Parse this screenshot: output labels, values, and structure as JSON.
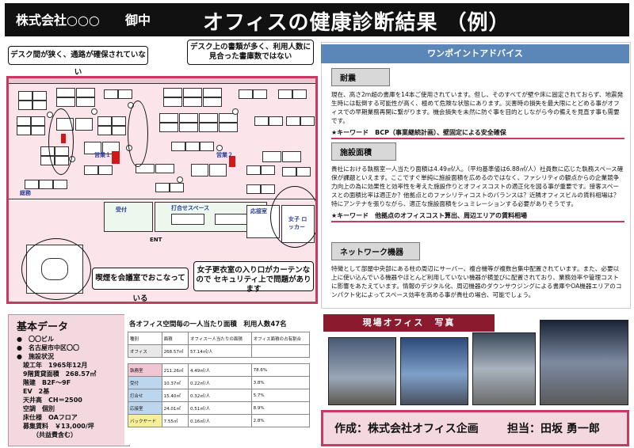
{
  "header": {
    "company": "株式会社○○○",
    "honorific": "御中",
    "title": "オフィスの健康診断結果 （例）"
  },
  "callouts": {
    "aisle": "デスク間が狭く、通路が確保されていない",
    "desk_docs": "デスク上の書類が多く、利用人数に見合った書庫数ではない",
    "smoking": "喫煙を会議室でおこなっている",
    "changing": "女子更衣室の入り口がカーテンなので セキュリティ上で問題があります"
  },
  "plan_labels": {
    "sales1": "営業１",
    "sales2": "営業２",
    "reception": "受付",
    "meeting_space": "打合せスペース",
    "meeting_room": "応接室",
    "locker": "女子 ロッカー",
    "ent": "ENT",
    "admin": "総務"
  },
  "advice": {
    "header": "ワンポイントアドバイス",
    "sections": [
      {
        "title": "耐震",
        "body": "現在、高さ2m超の書庫を14本ご使用されています。但し、そのすべてが壁や床に固定されておらず、地震発生時には転倒する可能性が高く、極めて危険な状態にあります。災害時の損失を最大限にとどめる事がオフィスでの早期業務再開に繋がります。機会損失を未然に防ぐ事を目的としながら今の備えを見直す事も需要です。",
        "keyword": "★キーワード　BCP（事業継続計画）、壁固定による安全確保"
      },
      {
        "title": "施設面積",
        "body": "貴社における執務室一人当たり面積は4.49㎡/人。（平均基準値は6.88㎡/人）社員数に応じた執務スペース確保が課題といえます。ここですぐ単純に施設面積を広めるのではなく、ファシリティの観点からの企業競争力向上の為に効果性と効率性を考えた施設作りとオフィスコストの適正化を図る事が重要です。接客スペースとの面積比率は適正か？他拠点とのファシリティコストのバランスは？近隣オフィスビルの賃料相場は？特にアンテナを張りながら、適正な施設面積をシュミレーションする必要がありそうです。",
        "keyword": "★キーワード　他拠点のオフィスコスト算出、周辺エリアの賃料相場"
      },
      {
        "title": "ネットワーク機器",
        "body": "特徴として部屋中央部にある柱の周辺にサーバー、複合機等が複数台集中配置されています。また、必要以上に使い込んでいる機器やほとんど利用していない機器が横並びに配置されており、業務効率や管理コストに影響をあたえています。情報のデジタル化、周辺機器のダウンサウジングによる書庫やOA機器エリアのコンパクト化によってスペース効率を高める事が貴社の場合、可能でしょう。",
        "keyword": ""
      }
    ]
  },
  "basic_data": {
    "title": "基本データ",
    "lines": [
      "●　〇〇ビル",
      "●　名古屋市中区〇〇",
      "●　施設状況",
      "　竣工年　1965年12月",
      "　9階賃貸面積　268.57㎡",
      "　階建　B2F～9F",
      "　EV　2基",
      "　天井高　CH＝2500",
      "　空調　個別",
      "　床仕様　OAフロア",
      "　募集賃料　￥13,000/坪",
      "　　　（共益費含む）"
    ]
  },
  "area_table": {
    "title": "各オフィス空間毎の一人当たり面積　利用人数47名",
    "headers": [
      "種別",
      "面積",
      "オフィス一人当たりの面積",
      "オフィス面積の占有割合"
    ],
    "rows": [
      [
        "オフィス",
        "268.57㎡",
        "57.14㎡/人",
        ""
      ],
      [
        "執務室",
        "211.26㎡",
        "4.49㎡/人",
        "78.6%"
      ],
      [
        "受付",
        "10.37㎡",
        "0.22㎡/人",
        "3.8%"
      ],
      [
        "打合せ",
        "15.40㎡",
        "0.32㎡/人",
        "5.7%"
      ],
      [
        "応接室",
        "24.01㎡",
        "0.51㎡/人",
        "8.9%"
      ],
      [
        "バックヤード",
        "7.55㎡",
        "0.16㎡/人",
        "2.8%"
      ]
    ]
  },
  "photos": {
    "header": "現場オフィス　写真",
    "count": 4
  },
  "footer": {
    "author": "作成：株式会社オフィス企画",
    "contact": "担当：田坂 勇一郎"
  },
  "colors": {
    "accent": "#c73a62",
    "advice_header": "#5b86b8",
    "photo_header": "#8b1a2f",
    "plan_bg": "#fbe4ea"
  }
}
